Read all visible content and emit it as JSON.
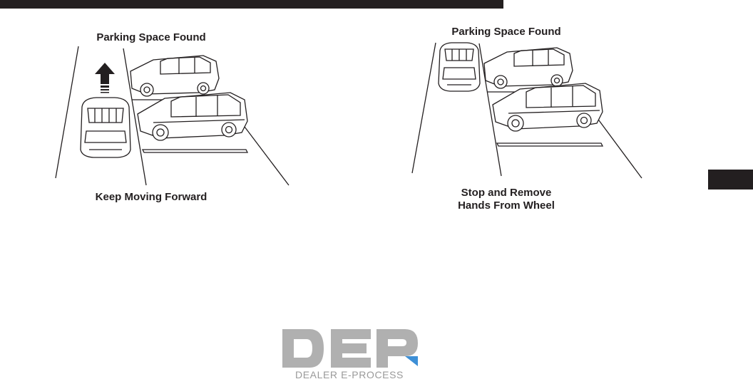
{
  "left_figure": {
    "caption_top": "Parking Space Found",
    "caption_bottom": "Keep Moving Forward"
  },
  "right_figure": {
    "caption_top": "Parking Space Found",
    "caption_bottom_line1": "Stop and Remove",
    "caption_bottom_line2": "Hands From Wheel"
  },
  "watermark": {
    "logo_text": "DEP",
    "subtitle": "DEALER E-PROCESS"
  },
  "colors": {
    "ink": "#231f20",
    "logo_grey": "#b0b0b0",
    "logo_accent": "#3d8fd6"
  }
}
